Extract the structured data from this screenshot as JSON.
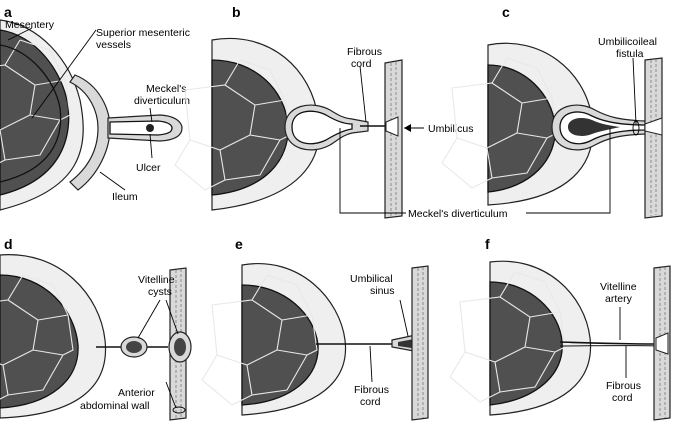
{
  "figure": {
    "panels": [
      {
        "letter": "a",
        "labels": [
          "Mesentery",
          "Superior mesenteric",
          "vessels",
          "Meckel's",
          "diverticulum",
          "Ulcer",
          "Ileum"
        ]
      },
      {
        "letter": "b",
        "labels": [
          "Fibrous",
          "cord",
          "Umbilicus"
        ]
      },
      {
        "letter": "c",
        "labels": [
          "Umbilicoileal",
          "fistula"
        ]
      },
      {
        "letter": "d",
        "labels": [
          "Vitelline",
          "cysts",
          "Anterior",
          "abdominal wall"
        ]
      },
      {
        "letter": "e",
        "labels": [
          "Umbilical",
          "sinus",
          "Fibrous",
          "cord"
        ]
      },
      {
        "letter": "f",
        "labels": [
          "Vitelline",
          "artery",
          "Fibrous",
          "cord"
        ]
      }
    ],
    "shared_label": "Meckel's diverticulum"
  }
}
